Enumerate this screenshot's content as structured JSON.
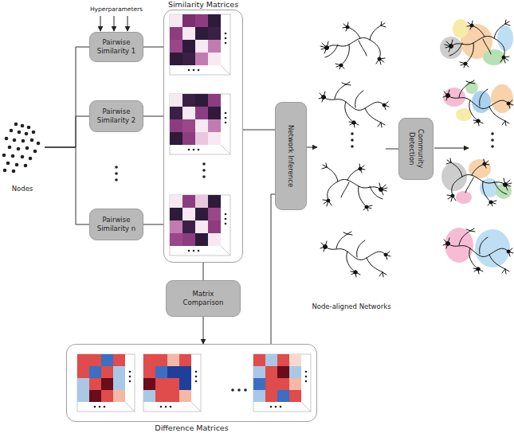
{
  "diagram": {
    "nodes": [
      {
        "text": [
          "Nodes"
        ]
      },
      {
        "text": [
          "Pairwise Similarity 1"
        ]
      },
      {
        "text": [
          "Pairwise Similarity 2"
        ]
      },
      {
        "text": [
          "Pairwise Similarity n"
        ]
      },
      {
        "text": [
          "Similarity Matrices"
        ]
      },
      {
        "text": [
          "Matrix Comparison"
        ]
      },
      {
        "text": [
          "Difference Matrices"
        ]
      },
      {
        "text": [
          "Network Inference"
        ]
      },
      {
        "text": [
          "Node-aligned Networks"
        ]
      },
      {
        "text": [
          "Community Detection"
        ]
      }
    ],
    "edges": [
      {
        "from": 0,
        "to": 1,
        "arrow": "none"
      },
      {
        "from": 0,
        "to": 2,
        "arrow": "none"
      },
      {
        "from": 0,
        "to": 3,
        "arrow": "none"
      },
      {
        "from": 1,
        "to": 4,
        "arrow": "none"
      },
      {
        "from": 2,
        "to": 4,
        "arrow": "none"
      },
      {
        "from": 3,
        "to": 4,
        "arrow": "none"
      },
      {
        "from": 4,
        "to": 7,
        "arrow": "none"
      },
      {
        "from": 4,
        "to": 5,
        "arrow": "none"
      },
      {
        "from": 5,
        "to": 6,
        "arrow": "to"
      },
      {
        "from": 6,
        "to": 7,
        "arrow": "none"
      },
      {
        "from": 7,
        "to": 8,
        "arrow": "to"
      },
      {
        "from": 8,
        "to": 9,
        "arrow": "none"
      }
    ],
    "labels": [
      "Hyperparameters"
    ]
  }
}
